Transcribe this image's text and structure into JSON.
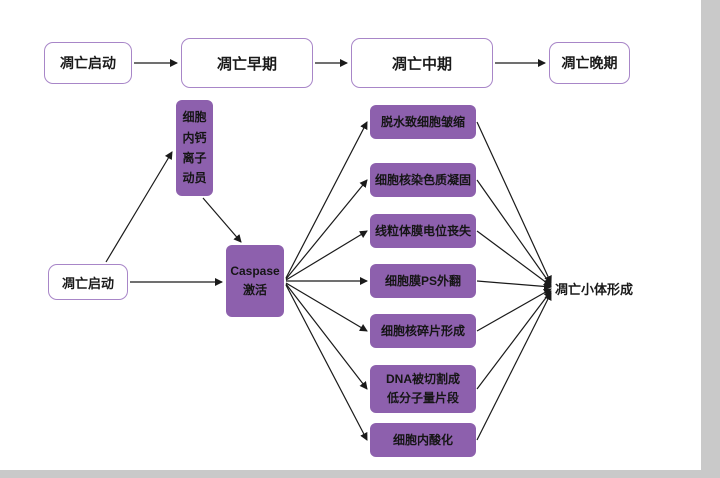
{
  "timeline": {
    "stages": [
      "凋亡启动",
      "凋亡早期",
      "凋亡中期",
      "凋亡晚期"
    ]
  },
  "flowchart": {
    "start": "凋亡启动",
    "calcium": "细胞\n内钙\n离子\n动员",
    "caspase": "Caspase\n激活",
    "effects": [
      "脱水致细胞皱缩",
      "细胞核染色质凝固",
      "线粒体膜电位丧失",
      "细胞膜PS外翻",
      "细胞核碎片形成",
      "DNA被切割成\n低分子量片段",
      "细胞内酸化"
    ],
    "end": "凋亡小体形成"
  },
  "colors": {
    "node_fill": "#8d60ad",
    "outline_box_border": "#a886c8",
    "arrow": "#1a1a1a",
    "text": "#1a1a1a",
    "page_background": "#ffffff",
    "margin_background": "#c9c9c9"
  }
}
